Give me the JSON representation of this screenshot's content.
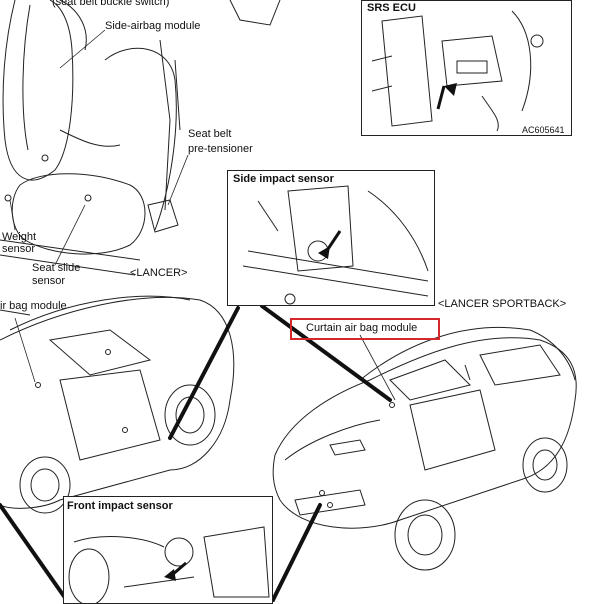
{
  "labels": {
    "seatbelt_buckle": "(seat belt buckle switch)",
    "side_airbag": "Side-airbag module",
    "seatbelt_pretensioner_1": "Seat belt",
    "seatbelt_pretensioner_2": "pre-tensioner",
    "weight_sensor_1": "Weight",
    "weight_sensor_2": "sensor",
    "seat_slide_1": "Seat slide",
    "seat_slide_2": "sensor",
    "lancer": "<LANCER>",
    "airbag_module_left": "ir bag module",
    "lancer_sportback": "<LANCER SPORTBACK>",
    "curtain_airbag": "Curtain air bag module",
    "srs_ecu": "SRS ECU",
    "srs_code": "AC605641",
    "side_impact": "Side impact sensor",
    "front_impact": "Front impact sensor"
  },
  "colors": {
    "highlight": "#d62828",
    "line": "#222222"
  }
}
